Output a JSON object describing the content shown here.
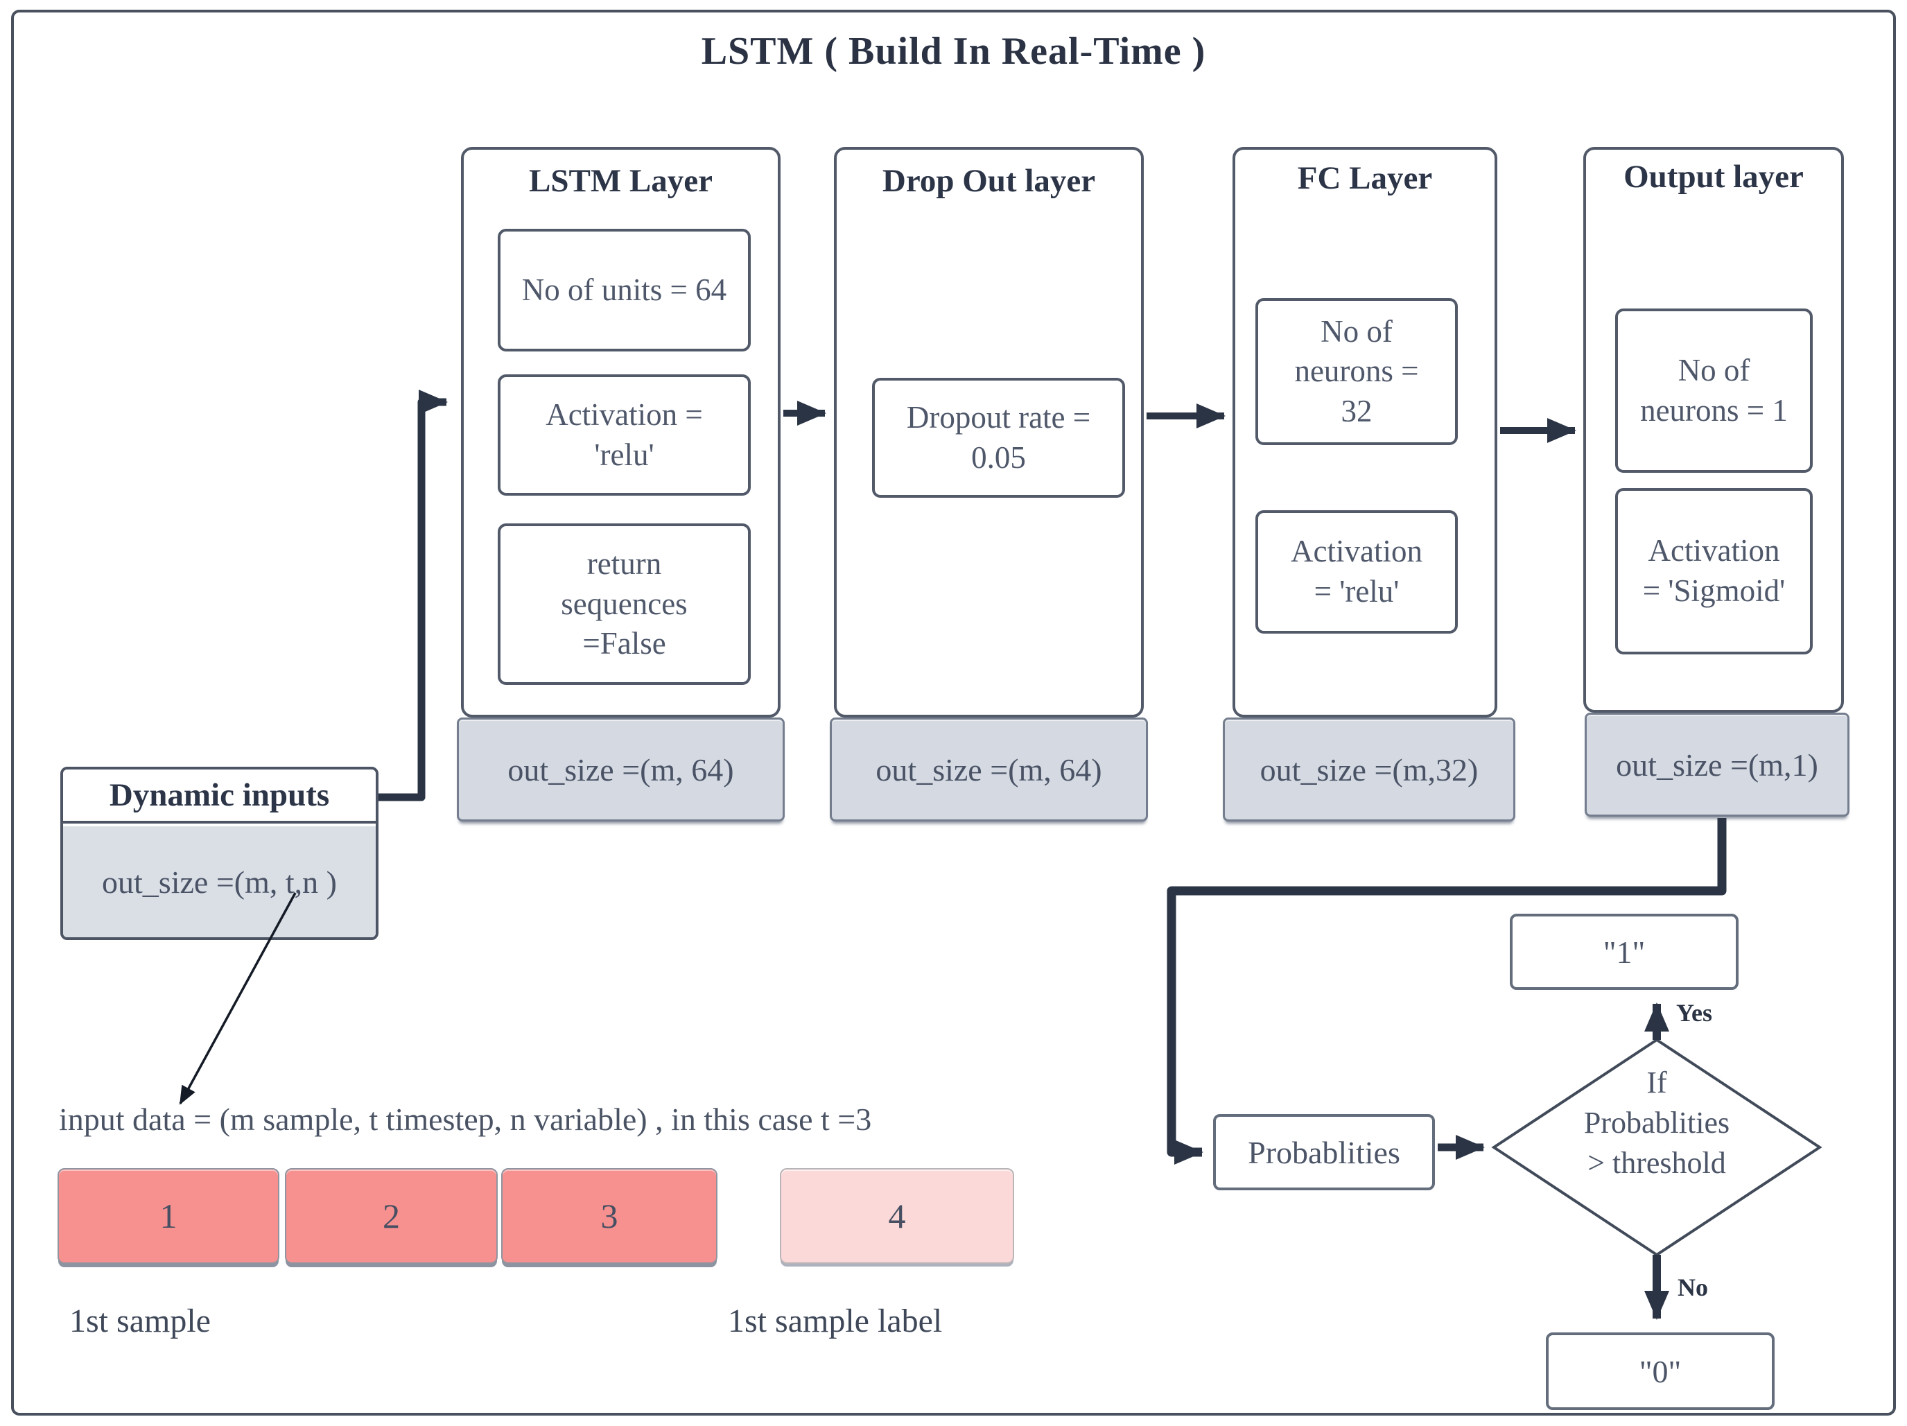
{
  "title": "LSTM ( Build In Real-Time )",
  "columns": [
    {
      "header": "LSTM Layer",
      "params": [
        "No of units = 64",
        "Activation = 'relu'",
        "return sequences =False"
      ],
      "out_size": "out_size =(m, 64)"
    },
    {
      "header": "Drop Out layer",
      "params": [
        "Dropout rate = 0.05"
      ],
      "out_size": "out_size =(m, 64)"
    },
    {
      "header": "FC Layer",
      "params": [
        "No of neurons = 32",
        "Activation = 'relu'"
      ],
      "out_size": "out_size =(m,32)"
    },
    {
      "header": "Output layer",
      "params": [
        "No of neurons = 1",
        "Activation = 'Sigmoid'"
      ],
      "out_size": "out_size =(m,1)"
    }
  ],
  "dynamic_inputs": {
    "header": "Dynamic inputs",
    "out_size": "out_size =(m, t,n )"
  },
  "annotation": {
    "input_data_text": "input data = (m sample, t timestep, n variable) , in this case t =3"
  },
  "samples": {
    "cells": [
      "1",
      "2",
      "3",
      "4"
    ],
    "first_sample_label": "1st sample",
    "first_sample_label_label": "1st sample label"
  },
  "flow": {
    "probabilities_label": "Probablities",
    "decision": {
      "line1": "If",
      "line2": "Probablities",
      "line3": "> threshold"
    },
    "yes_label": "Yes",
    "no_label": "No",
    "one_label": "\"1\"",
    "zero_label": "\"0\""
  },
  "colors": {
    "salmon_cell": "#f6918f",
    "pink_cell": "#fbd9d8",
    "gray_fill": "#d5dae2",
    "box_border": "#525a69",
    "connector": "#2b3444",
    "text_dark": "#2c3547",
    "text_body": "#4f586a"
  }
}
